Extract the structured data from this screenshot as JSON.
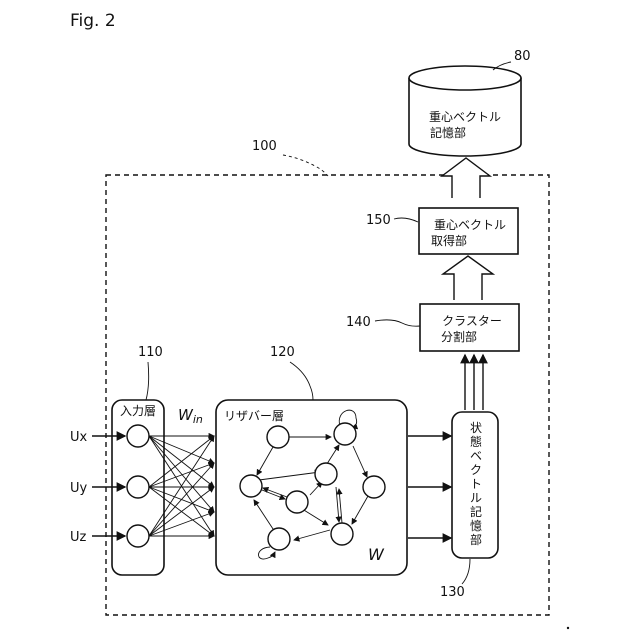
{
  "figure": {
    "label": "Fig. 2"
  },
  "system": {
    "ref": "100"
  },
  "storage": {
    "ref": "80",
    "line1": "重心ベクトル",
    "line2": "記憶部"
  },
  "acquisition": {
    "ref": "150",
    "line1": "重心ベクトル",
    "line2": "取得部"
  },
  "cluster": {
    "ref": "140",
    "line1": "クラスター",
    "line2": "分割部"
  },
  "input_layer": {
    "ref": "110",
    "label": "入力層"
  },
  "weights": {
    "input": "W",
    "input_sub": "in",
    "reservoir": "W"
  },
  "reservoir": {
    "ref": "120",
    "label": "リザバー層"
  },
  "state_vector": {
    "ref": "130",
    "chars": [
      "状",
      "態",
      "ベ",
      "ク",
      "ト",
      "ル",
      "記",
      "憶",
      "部"
    ]
  },
  "inputs": [
    "Ux",
    "Uy",
    "Uz"
  ]
}
